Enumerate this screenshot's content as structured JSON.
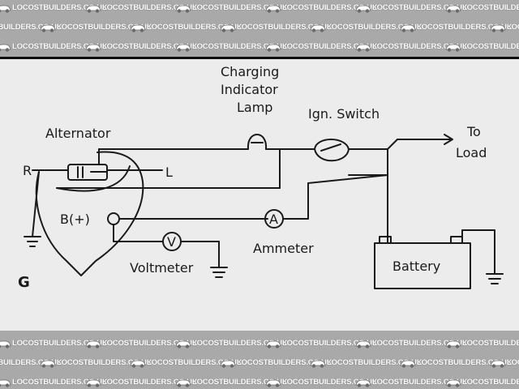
{
  "watermark": {
    "text": "LOCOSTBUILDERS.CO.UK"
  },
  "labels": {
    "charging_line1": "Charging",
    "charging_line2": "Indicator",
    "charging_line3": "Lamp",
    "ign_switch": "Ign. Switch",
    "alternator": "Alternator",
    "r": "R",
    "l": "L",
    "b_plus": "B(+)",
    "ammeter_symbol": "A",
    "ammeter": "Ammeter",
    "voltmeter_symbol": "V",
    "voltmeter": "Voltmeter",
    "to": "To",
    "load": "Load",
    "battery": "Battery",
    "g": "G"
  },
  "colors": {
    "band": "#a9a9a9",
    "paper": "#ececec",
    "ink": "#1a1a1a"
  }
}
